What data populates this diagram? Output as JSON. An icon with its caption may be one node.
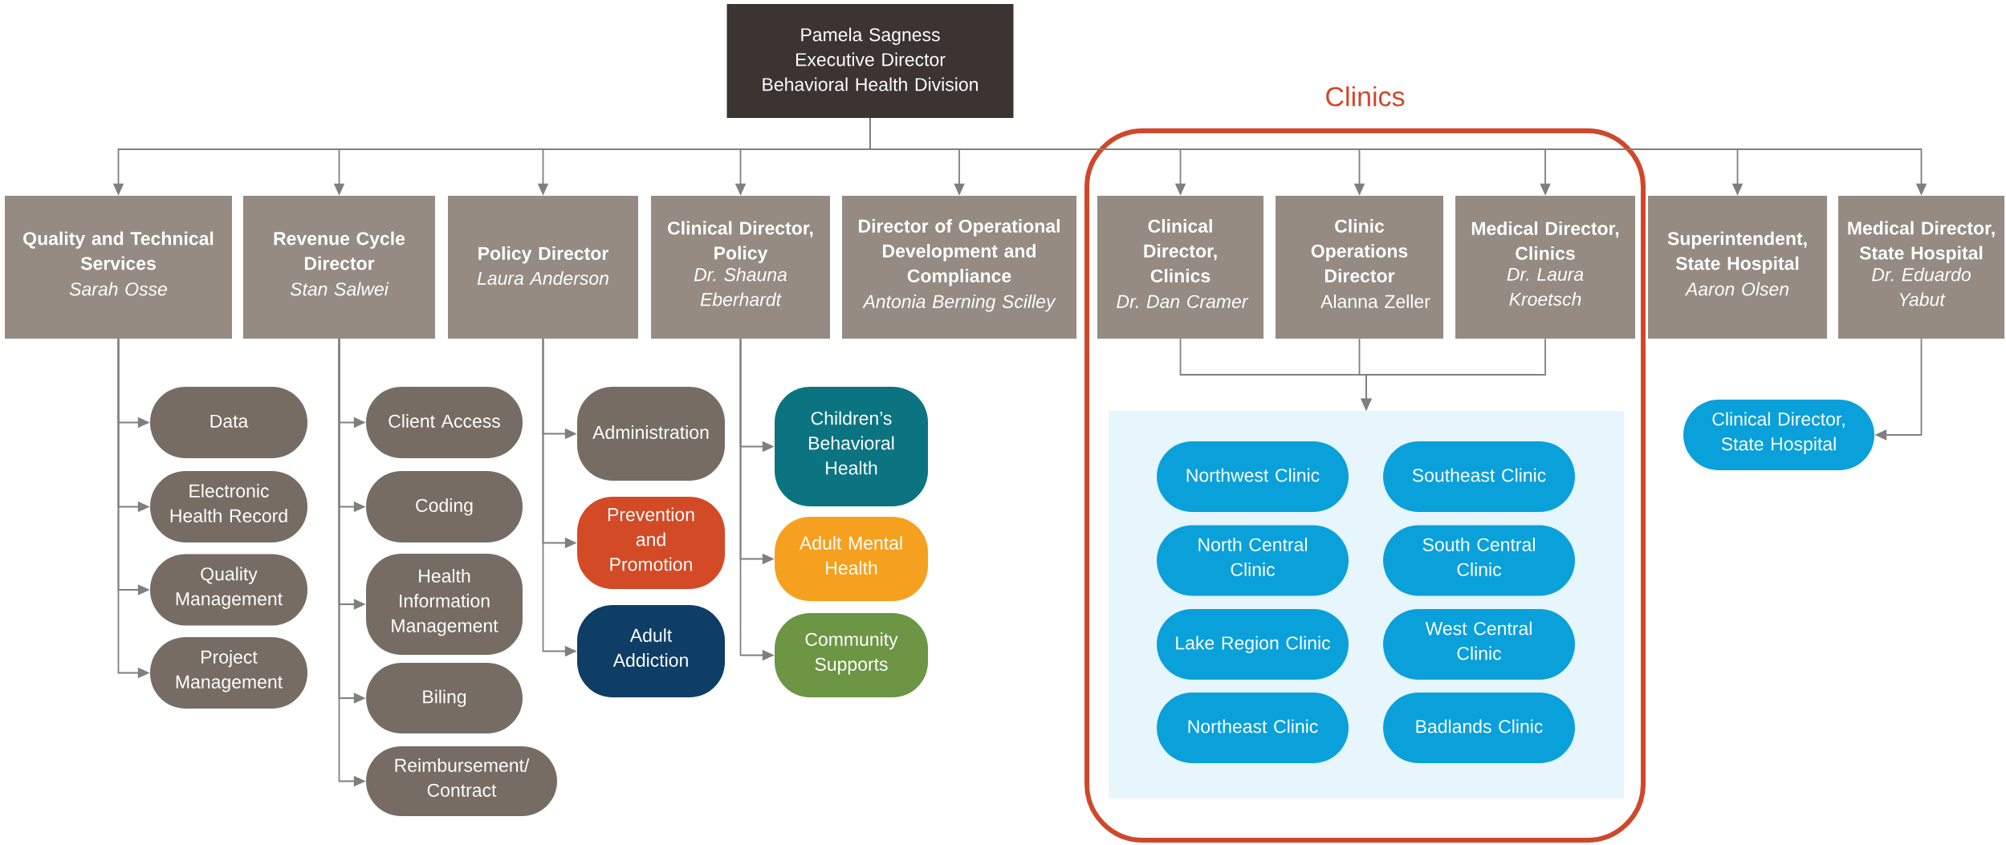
{
  "diagram": {
    "nodes": [
      {
        "text": [
          "Pamela Sagness",
          "Executive Director",
          "Behavioral Health Division"
        ]
      },
      {
        "text": [
          "Quality and Technical Services",
          "Sarah Osse"
        ]
      },
      {
        "text": [
          "Revenue Cycle Director",
          "Stan Salwei"
        ]
      },
      {
        "text": [
          "Policy Director",
          "Laura Anderson"
        ]
      },
      {
        "text": [
          "Clinical Director, Policy",
          "Dr. Shauna Eberhardt"
        ]
      },
      {
        "text": [
          "Director of Operational Development and Compliance",
          "Antonia Berning Scilley"
        ]
      },
      {
        "text": [
          "Clinics"
        ]
      },
      {
        "text": [
          "Clinical Director, Clinics",
          "Dr. Dan Cramer"
        ],
        "in": 6
      },
      {
        "text": [
          "Clinic Operations Director",
          "Alanna Zeller"
        ],
        "in": 6
      },
      {
        "text": [
          "Medical Director, Clinics",
          "Dr. Laura Kroetsch"
        ],
        "in": 6
      },
      {
        "text": [
          "Superintendent, State Hospital",
          "Aaron Olsen"
        ]
      },
      {
        "text": [
          "Medical Director, State Hospital",
          "Dr. Eduardo Yabut"
        ]
      },
      {
        "text": [],
        "shape": "box",
        "in": 6
      },
      {
        "text": [
          "Northwest Clinic"
        ],
        "in": 12
      },
      {
        "text": [
          "Southeast Clinic"
        ],
        "in": 12
      },
      {
        "text": [
          "North Central Clinic"
        ],
        "in": 12
      },
      {
        "text": [
          "South Central Clinic"
        ],
        "in": 12
      },
      {
        "text": [
          "Lake Region Clinic"
        ],
        "in": 12
      },
      {
        "text": [
          "West Central Clinic"
        ],
        "in": 12
      },
      {
        "text": [
          "Northeast Clinic"
        ],
        "in": 12
      },
      {
        "text": [
          "Badlands Clinic"
        ],
        "in": 12
      },
      {
        "text": [
          "Data"
        ]
      },
      {
        "text": [
          "Electronic Health Record"
        ]
      },
      {
        "text": [
          "Quality Management"
        ]
      },
      {
        "text": [
          "Project Management"
        ]
      },
      {
        "text": [
          "Client Access"
        ]
      },
      {
        "text": [
          "Coding"
        ]
      },
      {
        "text": [
          "Health Information Management"
        ]
      },
      {
        "text": [
          "Biling"
        ]
      },
      {
        "text": [
          "Reimbursement/ Contract"
        ]
      },
      {
        "text": [
          "Administration"
        ]
      },
      {
        "text": [
          "Prevention and Promotion"
        ]
      },
      {
        "text": [
          "Adult Addiction"
        ]
      },
      {
        "text": [
          "Children’s Behavioral Health"
        ]
      },
      {
        "text": [
          "Adult Mental Health"
        ]
      },
      {
        "text": [
          "Community Supports"
        ]
      },
      {
        "text": [
          "Clinical Director, State Hospital"
        ]
      }
    ],
    "edges": [
      {
        "from": 0,
        "to": 1,
        "arrow": "to"
      },
      {
        "from": 0,
        "to": 2,
        "arrow": "to"
      },
      {
        "from": 0,
        "to": 3,
        "arrow": "to"
      },
      {
        "from": 0,
        "to": 4,
        "arrow": "to"
      },
      {
        "from": 0,
        "to": 5,
        "arrow": "to"
      },
      {
        "from": 0,
        "to": 7,
        "arrow": "to"
      },
      {
        "from": 0,
        "to": 8,
        "arrow": "to"
      },
      {
        "from": 0,
        "to": 9,
        "arrow": "to"
      },
      {
        "from": 0,
        "to": 10,
        "arrow": "to"
      },
      {
        "from": 0,
        "to": 11,
        "arrow": "to"
      },
      {
        "from": 7,
        "to": 12,
        "arrow": "to"
      },
      {
        "from": 8,
        "to": 12,
        "arrow": "to"
      },
      {
        "from": 9,
        "to": 12,
        "arrow": "to"
      },
      {
        "from": 1,
        "to": 21,
        "arrow": "to"
      },
      {
        "from": 1,
        "to": 22,
        "arrow": "to"
      },
      {
        "from": 1,
        "to": 23,
        "arrow": "to"
      },
      {
        "from": 1,
        "to": 24,
        "arrow": "to"
      },
      {
        "from": 2,
        "to": 25,
        "arrow": "to"
      },
      {
        "from": 2,
        "to": 26,
        "arrow": "to"
      },
      {
        "from": 2,
        "to": 27,
        "arrow": "to"
      },
      {
        "from": 2,
        "to": 28,
        "arrow": "to"
      },
      {
        "from": 2,
        "to": 29,
        "arrow": "to"
      },
      {
        "from": 3,
        "to": 30,
        "arrow": "to"
      },
      {
        "from": 3,
        "to": 31,
        "arrow": "to"
      },
      {
        "from": 3,
        "to": 32,
        "arrow": "to"
      },
      {
        "from": 4,
        "to": 33,
        "arrow": "to"
      },
      {
        "from": 4,
        "to": 34,
        "arrow": "to"
      },
      {
        "from": 4,
        "to": 35,
        "arrow": "to"
      },
      {
        "from": 11,
        "to": 36,
        "arrow": "to"
      }
    ]
  }
}
